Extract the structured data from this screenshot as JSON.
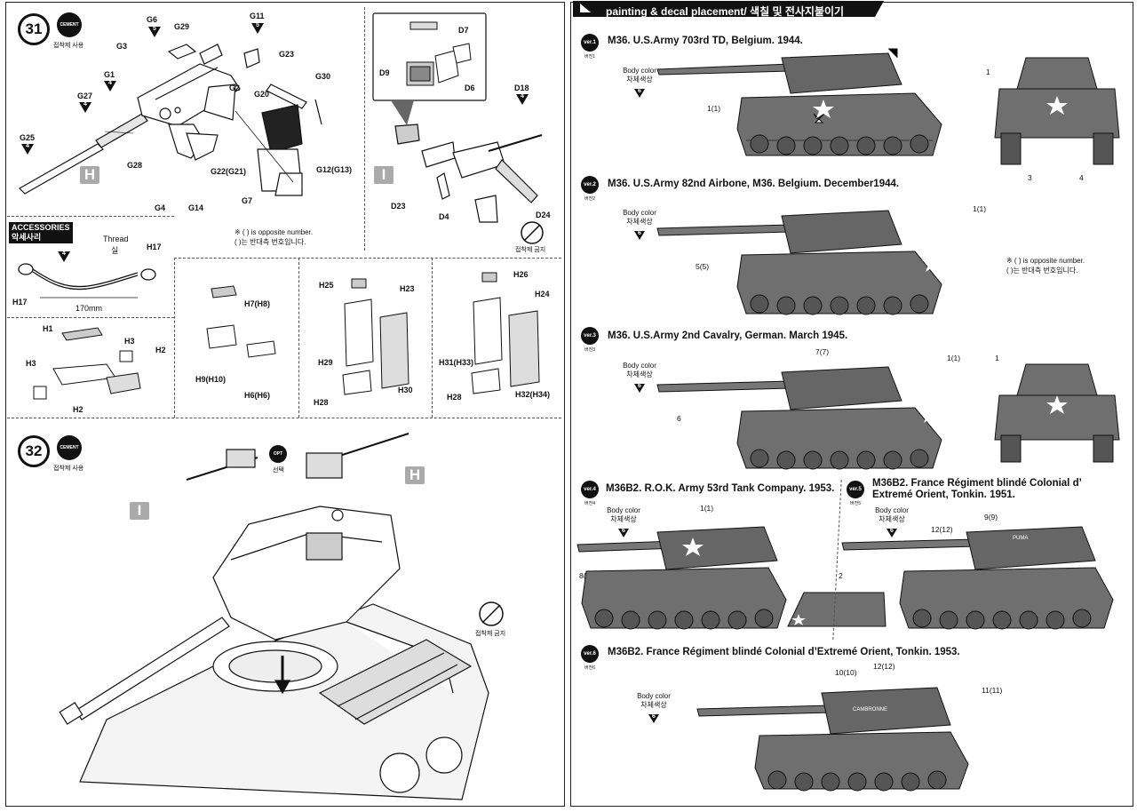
{
  "step31": {
    "number": "31",
    "cement": "CEMENT",
    "cement_caption": "접착제 사용",
    "part_tree": "H"
  },
  "parts31": {
    "G6": "G6",
    "G6_qty": "5",
    "G11": "G11",
    "G11_qty": "5",
    "G29": "G29",
    "G3": "G3",
    "G1": "G1",
    "G1_qty": "4",
    "G27": "G27",
    "G27_qty": "4",
    "G2": "G2",
    "G23": "G23",
    "G30": "G30",
    "G20": "G20",
    "G25": "G25",
    "G25_qty": "4",
    "G28": "G28",
    "G22": "G22(G21)",
    "G12": "G12(G13)",
    "G7": "G7",
    "G4": "G4",
    "G14": "G14"
  },
  "opposite_note": [
    "※ ( ) is opposite number.",
    "( )는 반대측 번호입니다."
  ],
  "inset": {
    "D7": "D7",
    "D9": "D9",
    "D6": "D6",
    "D18": "D18",
    "D18_qty": "4",
    "D23": "D23",
    "D4": "D4",
    "D24": "D24",
    "part_tree": "I",
    "cement_forbidden": "접착제 금지"
  },
  "accessories": {
    "title": "ACCESSORIES",
    "title_ko": "악세사리",
    "thread": "Thread",
    "thread_ko": "실",
    "qty": "4",
    "H17a": "H17",
    "H17b": "H17",
    "length": "170mm"
  },
  "h_parts": {
    "H1": "H1",
    "H3a": "H3",
    "H3b": "H3",
    "H2a": "H2",
    "H2b": "H2",
    "H7": "H7(H8)",
    "H9": "H9(H10)",
    "H6": "H6(H6)",
    "H25": "H25",
    "H23": "H23",
    "H29": "H29",
    "H28a": "H28",
    "H30": "H30",
    "H26": "H26",
    "H24": "H24",
    "H31": "H31(H33)",
    "H28b": "H28",
    "H32": "H32(H34)"
  },
  "step32": {
    "number": "32",
    "cement": "CEMENT",
    "cement_caption": "접착제 사용",
    "opt": "OPT",
    "opt_ko": "선택",
    "part_tree_i": "I",
    "part_tree_h": "H",
    "cement_forbidden": "접착제 금지"
  },
  "header": {
    "title": "painting & decal placement/ 색칠 및 전사지붙이기"
  },
  "body_color": {
    "en": "Body color",
    "ko": "차체색상",
    "paint_no": "6"
  },
  "opposite_note_right": [
    "※ ( ) is opposite number.",
    "( )는 반대측 번호입니다."
  ],
  "versions": [
    {
      "badge": "ver.1",
      "sub": "버전1",
      "title": "M36. U.S.Army 703rd TD, Belgium. 1944.",
      "callouts": [
        "1(1)",
        "1",
        "3",
        "4"
      ]
    },
    {
      "badge": "ver.2",
      "sub": "버전2",
      "title": "M36. U.S.Army 82nd Airbone, M36. Belgium. December1944.",
      "callouts": [
        "1(1)",
        "5(5)"
      ]
    },
    {
      "badge": "ver.3",
      "sub": "버전3",
      "title": "M36. U.S.Army 2nd Cavalry, German. March 1945.",
      "callouts": [
        "7(7)",
        "1(1)",
        "6",
        "1"
      ]
    },
    {
      "badge": "ver.4",
      "sub": "버전4",
      "title": "M36B2. R.O.K. Army 53rd Tank Company. 1953.",
      "callouts": [
        "1(1)",
        "8(8)",
        "2"
      ]
    },
    {
      "badge": "ver.5",
      "sub": "버전5",
      "title": [
        "M36B2. France Régiment blindé Colonial d’",
        "Extremé Orient, Tonkin. 1951."
      ],
      "callouts": [
        "9(9)",
        "12(12)"
      ]
    },
    {
      "badge": "ver.6",
      "sub": "버전6",
      "title": "M36B2. France Régiment blindé Colonial d’Extremé Orient, Tonkin. 1953.",
      "callouts": [
        "10(10)",
        "12(12)",
        "11(11)"
      ]
    }
  ],
  "markings": {
    "puma": "PUMA",
    "cambronne": "CAMBRONNE"
  }
}
